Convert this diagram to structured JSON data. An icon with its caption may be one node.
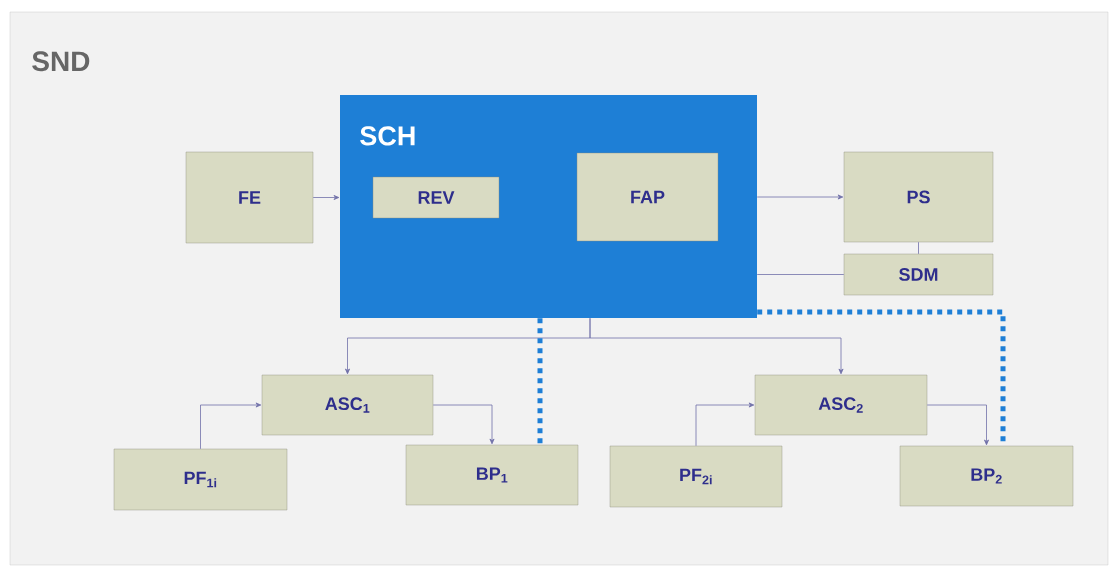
{
  "diagram": {
    "nodes": [
      {
        "text": [
          "SND"
        ]
      },
      {
        "text": [
          "SCH"
        ],
        "in": 0
      },
      {
        "text": [
          "REV"
        ],
        "in": 1
      },
      {
        "text": [
          "FAP"
        ],
        "in": 1
      },
      {
        "text": [
          "FE"
        ],
        "in": 0
      },
      {
        "text": [
          "PS"
        ],
        "in": 0
      },
      {
        "text": [
          "SDM"
        ],
        "in": 0
      },
      {
        "text": [
          "ASC$_{1}$"
        ],
        "in": 0
      },
      {
        "text": [
          "PF$_{1i}$"
        ],
        "in": 0
      },
      {
        "text": [
          "BP$_{1}$"
        ],
        "in": 0
      },
      {
        "text": [
          "ASC$_{2}$"
        ],
        "in": 0
      },
      {
        "text": [
          "PF$_{2i}$"
        ],
        "in": 0
      },
      {
        "text": [
          "BP$_{2}$"
        ],
        "in": 0
      }
    ],
    "edges": [
      {
        "from": 4,
        "to": 1,
        "arrow": "to"
      },
      {
        "from": 1,
        "to": 5,
        "arrow": "to"
      },
      {
        "from": 5,
        "to": 6,
        "arrow": "none"
      },
      {
        "from": 1,
        "to": 6,
        "arrow": "none"
      },
      {
        "from": 1,
        "to": 7,
        "arrow": "to"
      },
      {
        "from": 1,
        "to": 10,
        "arrow": "to"
      },
      {
        "from": 8,
        "to": 7,
        "arrow": "to"
      },
      {
        "from": 7,
        "to": 9,
        "arrow": "to"
      },
      {
        "from": 11,
        "to": 10,
        "arrow": "to"
      },
      {
        "from": 10,
        "to": 12,
        "arrow": "to"
      },
      {
        "from": 1,
        "to": 9,
        "arrow": "none",
        "style": "dashed",
        "color": "#1e7fd6"
      },
      {
        "from": 1,
        "to": 12,
        "arrow": "none",
        "style": "dashed",
        "color": "#1e7fd6"
      }
    ]
  }
}
